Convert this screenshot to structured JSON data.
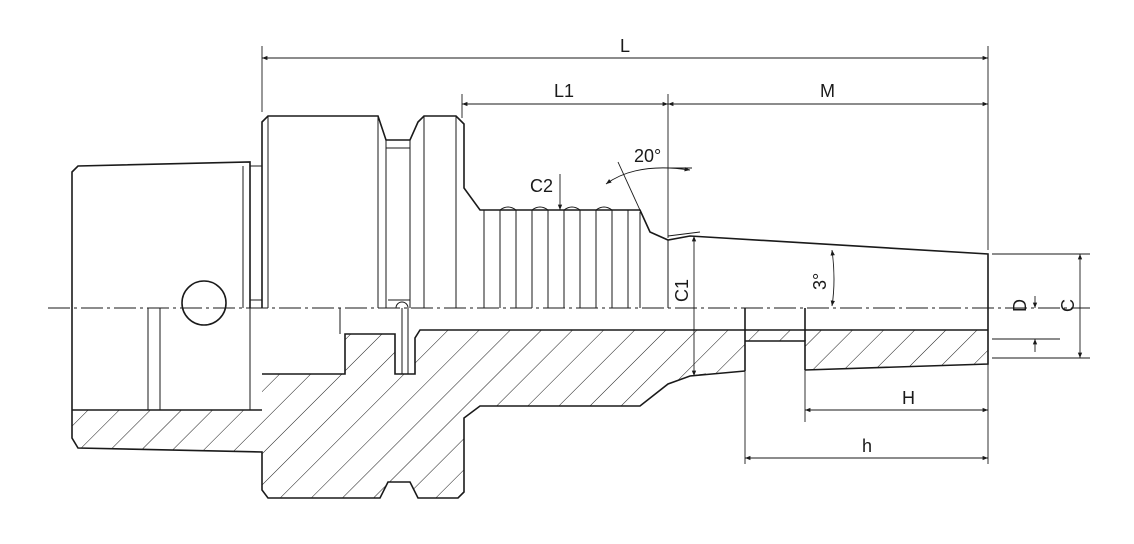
{
  "drawing": {
    "dimensions": {
      "L": "L",
      "L1": "L1",
      "M": "M",
      "angle_top": "20°",
      "C2": "C2",
      "C1": "C1",
      "angle_taper": "3°",
      "D": "D",
      "C": "C",
      "H": "H",
      "h": "h"
    }
  }
}
